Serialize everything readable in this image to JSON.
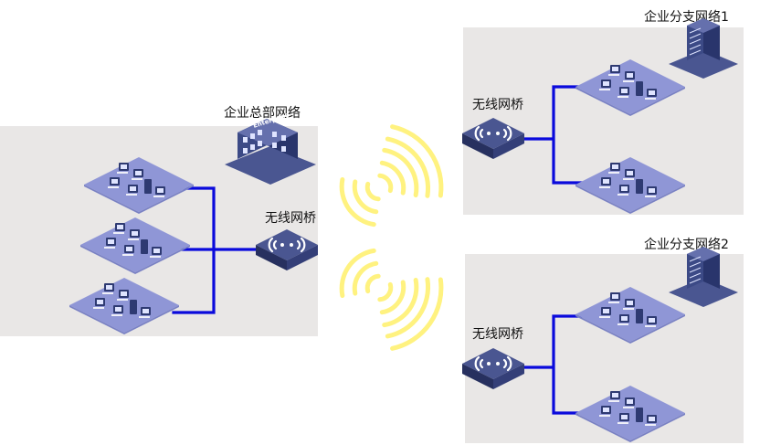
{
  "hq": {
    "title": "企业总部网络",
    "bridge_label": "无线网桥"
  },
  "branch1": {
    "title": "企业分支网络1",
    "bridge_label": "无线网桥"
  },
  "branch2": {
    "title": "企业分支网络2",
    "bridge_label": "无线网桥"
  },
  "building_sign": "Enterprise",
  "colors": {
    "panel": "#e9e7e6",
    "link": "#0a0adc",
    "lan_tile": "#8f96d6",
    "device": "#3c4a86",
    "wave": "#fff27a"
  },
  "icons": {
    "lan": "lan-workgroup-icon",
    "bridge": "wireless-bridge-icon",
    "building": "office-building-icon",
    "signal": "wireless-signal-icon"
  }
}
